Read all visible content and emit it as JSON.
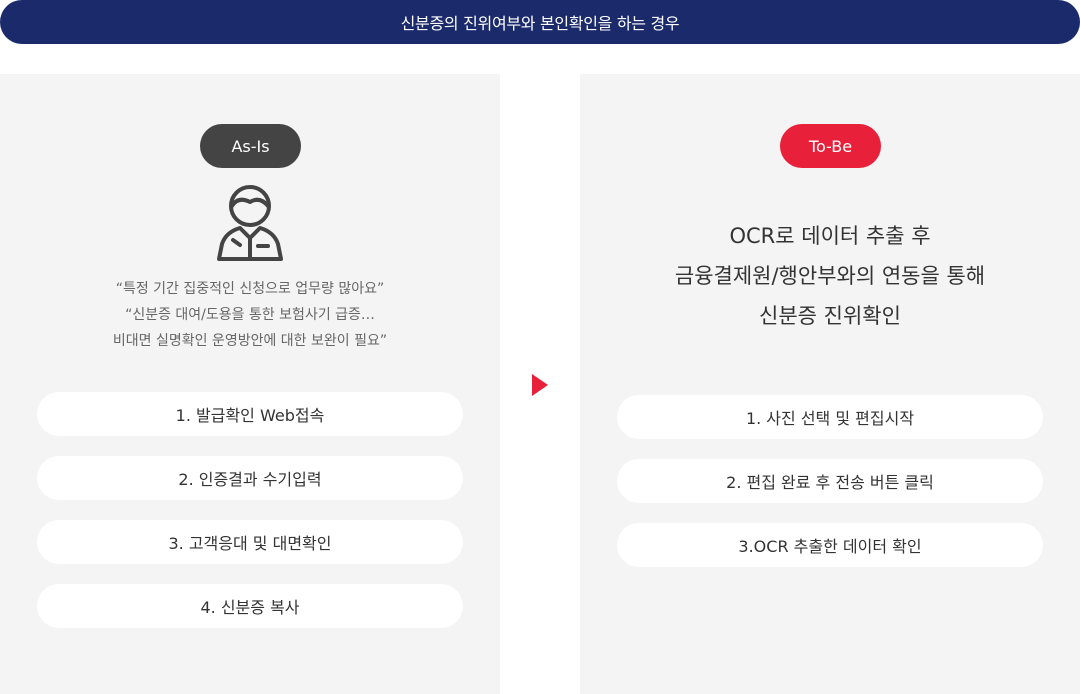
{
  "header": {
    "title": "신분증의 진위여부와 본인확인을 하는 경우"
  },
  "colors": {
    "header_bg": "#1b2a6b",
    "as_is_tag": "#444444",
    "to_be_tag": "#e8203a",
    "panel_bg": "#f4f4f4"
  },
  "as_is": {
    "tag": "As-Is",
    "icon": "person-icon",
    "quotes": [
      "“특정 기간 집중적인 신청으로 업무량 많아요”",
      "“신분증 대여/도용을 통한 보험사기 급증…",
      "비대면 실명확인 운영방안에 대한 보완이 필요”"
    ],
    "steps": [
      "1. 발급확인 Web접속",
      "2. 인증결과 수기입력",
      "3. 고객응대 및 대면확인",
      "4. 신분증 복사"
    ]
  },
  "to_be": {
    "tag": "To-Be",
    "headline": [
      "OCR로 데이터 추출 후",
      "금융결제원/행안부와의 연동을 통해",
      "신분증 진위확인"
    ],
    "steps": [
      "1. 사진 선택 및 편집시작",
      "2. 편집 완료 후 전송 버튼 클릭",
      "3.OCR 추출한 데이터 확인"
    ]
  },
  "connector": {
    "icon": "arrow-right-icon"
  }
}
